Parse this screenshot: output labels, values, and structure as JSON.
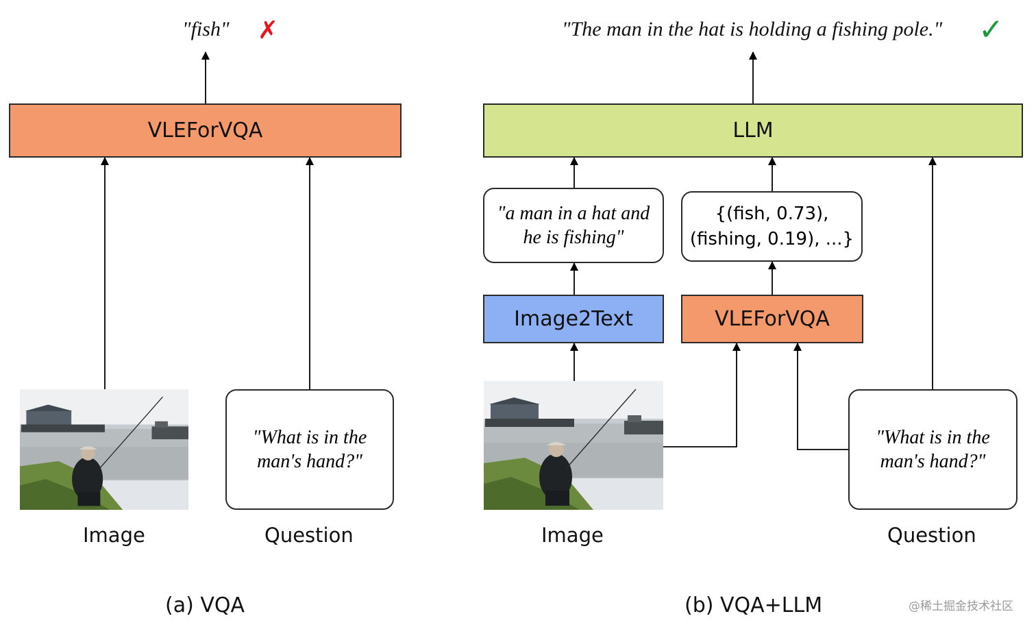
{
  "panel_a": {
    "caption": "(a) VQA",
    "output_text": "\"fish\"",
    "output_mark": "✗",
    "model": "VLEForVQA",
    "image_label": "Image",
    "question_label": "Question",
    "question_line1": "\"What is in the",
    "question_line2": "man's hand?\""
  },
  "panel_b": {
    "caption": "(b) VQA+LLM",
    "output_text": "\"The man in the hat is holding a fishing pole.\"",
    "output_mark": "✓",
    "llm": "LLM",
    "caption_box_line1": "\"a man in a hat and",
    "caption_box_line2": "he is fishing\"",
    "answers_line1": "{(fish, 0.73),",
    "answers_line2": "(fishing, 0.19), ...}",
    "image2text": "Image2Text",
    "vqa_model": "VLEForVQA",
    "image_label": "Image",
    "question_label": "Question",
    "question_line1": "\"What is in the",
    "question_line2": "man's hand?\""
  },
  "watermark": "@稀土掘金技术社区",
  "colors": {
    "vqa_box": "#F4996B",
    "llm_box": "#D5E48F",
    "image2text_box": "#8DB0F5",
    "cross": "#E8141B",
    "check": "#1A9A3C",
    "watermark": "#9a9a9a"
  },
  "icons": {
    "photo": "man-fishing-photo",
    "cross": "cross-mark-icon",
    "check": "check-mark-icon"
  }
}
